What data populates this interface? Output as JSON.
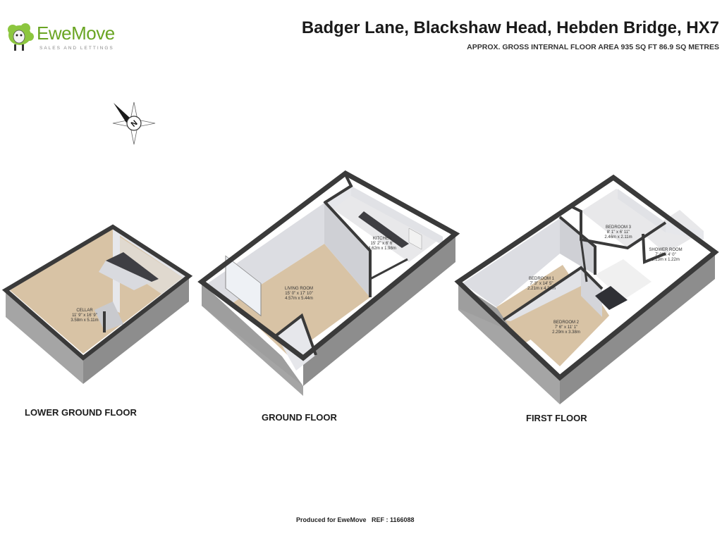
{
  "brand": {
    "name": "EweMove",
    "tagline": "SALES AND LETTINGS"
  },
  "header": {
    "title": "Badger Lane, Blackshaw Head, Hebden Bridge, HX7",
    "area": "APPROX. GROSS INTERNAL FLOOR AREA 935 SQ FT 86.9 SQ METRES"
  },
  "compass": {
    "letter": "N"
  },
  "floors": {
    "lower_ground": {
      "label": "LOWER GROUND FLOOR",
      "rooms": [
        {
          "name": "CELLAR",
          "imperial": "11' 9\" x 16' 9\"",
          "metric": "3.58m x 5.11m"
        }
      ]
    },
    "ground": {
      "label": "GROUND FLOOR",
      "rooms": [
        {
          "name": "KITCHEN",
          "imperial": "15' 2\" x 6' 6\"",
          "metric": "4.62m x 1.98m"
        },
        {
          "name": "LIVING ROOM",
          "imperial": "15' 0\" x 17' 10\"",
          "metric": "4.57m x 5.44m"
        }
      ]
    },
    "first": {
      "label": "FIRST FLOOR",
      "rooms": [
        {
          "name": "BEDROOM 3",
          "imperial": "8' 1\" x 6' 11\"",
          "metric": "2.46m x 2.11m"
        },
        {
          "name": "SHOWER ROOM",
          "imperial": "7' 0\" x 4' 0\"",
          "metric": "2.13m x 1.22m"
        },
        {
          "name": "BEDROOM 1",
          "imperial": "7' 3\" x 14' 5\"",
          "metric": "2.21m x 4.39m"
        },
        {
          "name": "BEDROOM 2",
          "imperial": "7' 6\" x 11' 1\"",
          "metric": "2.29m x 3.38m"
        }
      ]
    }
  },
  "footer": "Produced for EweMove   REF : 1166088",
  "colors": {
    "brand_green": "#6aa523",
    "floor": "#d8c3a5",
    "wall_top": "#3a3a3a",
    "wall_inner": "#dcdde2",
    "exterior": "#9a9a9a"
  }
}
